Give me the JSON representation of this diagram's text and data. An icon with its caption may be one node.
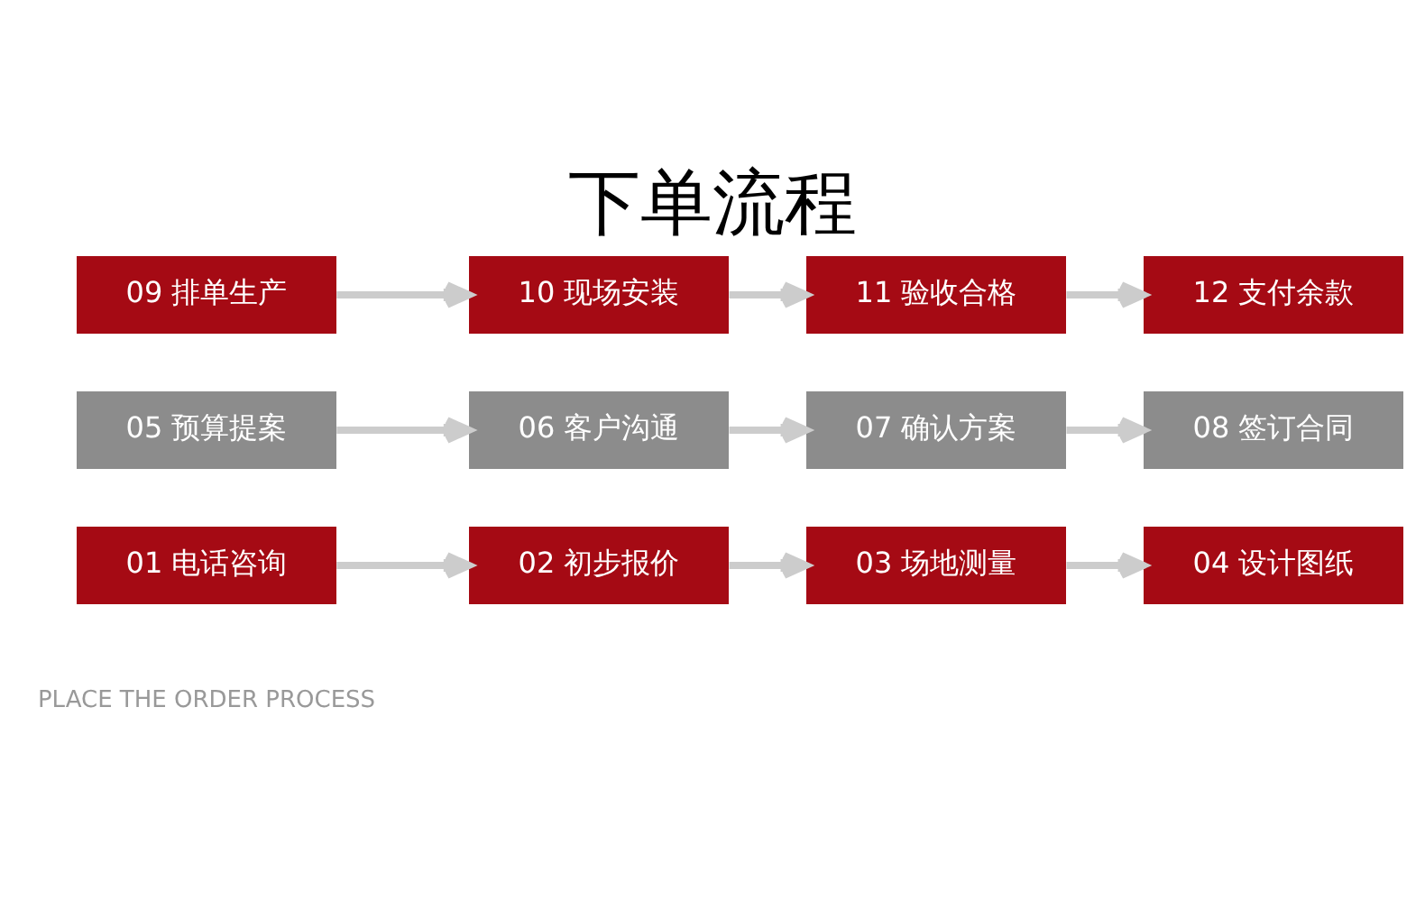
{
  "diagram": {
    "title": "下单流程",
    "nodes": [
      {
        "text": [
          "01 电话咨询"
        ]
      },
      {
        "text": [
          "02 初步报价"
        ]
      },
      {
        "text": [
          "03 场地测量"
        ]
      },
      {
        "text": [
          "04 设计图纸"
        ]
      },
      {
        "text": [
          "05 预算提案"
        ]
      },
      {
        "text": [
          "06 客户沟通"
        ]
      },
      {
        "text": [
          "07 确认方案"
        ]
      },
      {
        "text": [
          "08 签订合同"
        ]
      },
      {
        "text": [
          "09 排单生产"
        ]
      },
      {
        "text": [
          "10 现场安装"
        ]
      },
      {
        "text": [
          "11 验收合格"
        ]
      },
      {
        "text": [
          "12 支付余款"
        ]
      }
    ],
    "edges": [
      {
        "from": 0,
        "to": 1,
        "arrow": "to"
      },
      {
        "from": 1,
        "to": 2,
        "arrow": "to"
      },
      {
        "from": 2,
        "to": 3,
        "arrow": "to"
      },
      {
        "from": 4,
        "to": 5,
        "arrow": "to"
      },
      {
        "from": 5,
        "to": 6,
        "arrow": "to"
      },
      {
        "from": 6,
        "to": 7,
        "arrow": "to"
      },
      {
        "from": 8,
        "to": 9,
        "arrow": "to"
      },
      {
        "from": 9,
        "to": 10,
        "arrow": "to"
      },
      {
        "from": 10,
        "to": 11,
        "arrow": "to"
      }
    ],
    "labels": [
      "PLACE THE ORDER PROCESS"
    ]
  }
}
